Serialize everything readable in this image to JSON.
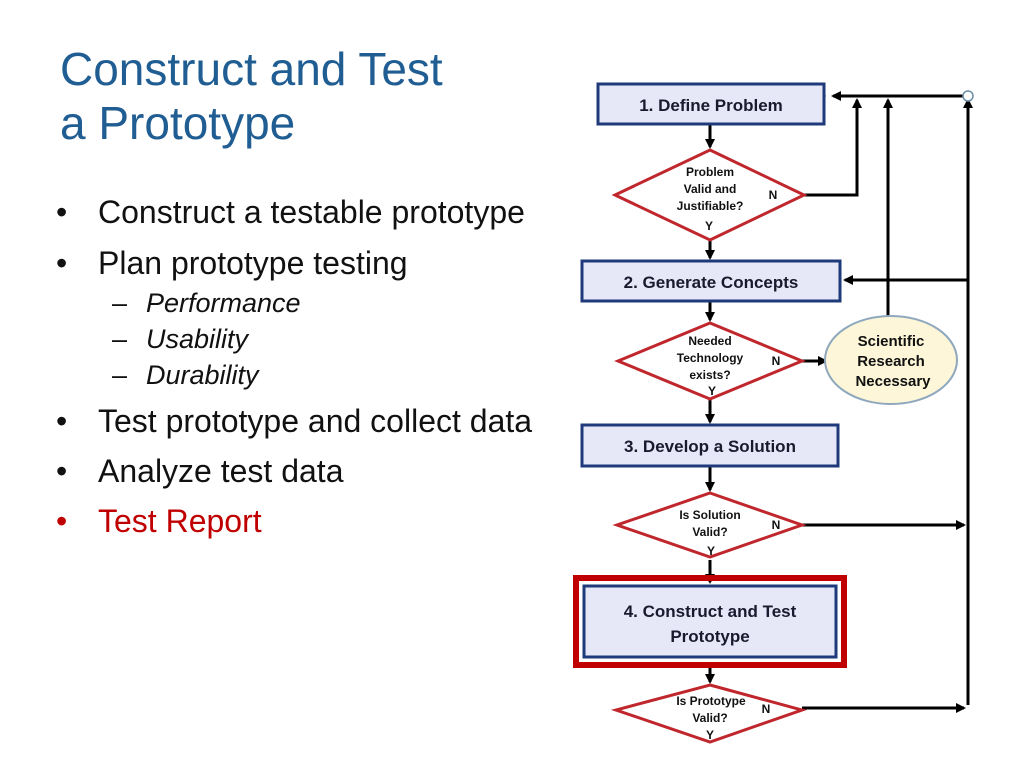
{
  "slide": {
    "title_line1": "Construct and Test",
    "title_line2": "a Prototype"
  },
  "bullets": {
    "b1": "Construct a testable prototype",
    "b2": "Plan prototype testing",
    "sub1": "Performance",
    "sub2": "Usability",
    "sub3": "Durability",
    "b3": "Test prototype and collect data",
    "b4": "Analyze test data",
    "b5": "Test Report",
    "bullet_glyph": "•",
    "dash_glyph": "–"
  },
  "flowchart": {
    "step1": "1. Define Problem",
    "decision1": [
      "Problem",
      "Valid and",
      "Justifiable?"
    ],
    "step2": "2. Generate Concepts",
    "decision2": [
      "Needed",
      "Technology",
      "exists?"
    ],
    "research": [
      "Scientific",
      "Research",
      "Necessary"
    ],
    "step3": "3. Develop a Solution",
    "decision3": [
      "Is  Solution",
      "Valid?"
    ],
    "step4_line1": "4. Construct and Test",
    "step4_line2": "Prototype",
    "decision4": [
      "Is  Prototype",
      "Valid?"
    ],
    "yes": "Y",
    "no": "N"
  },
  "colors": {
    "title": "#1f5d92",
    "highlight": "#c00000",
    "box_fill": "#e6e8f7",
    "box_border": "#1f3a7a",
    "diamond_border": "#c0272d",
    "research_fill": "#fdf6d8"
  }
}
